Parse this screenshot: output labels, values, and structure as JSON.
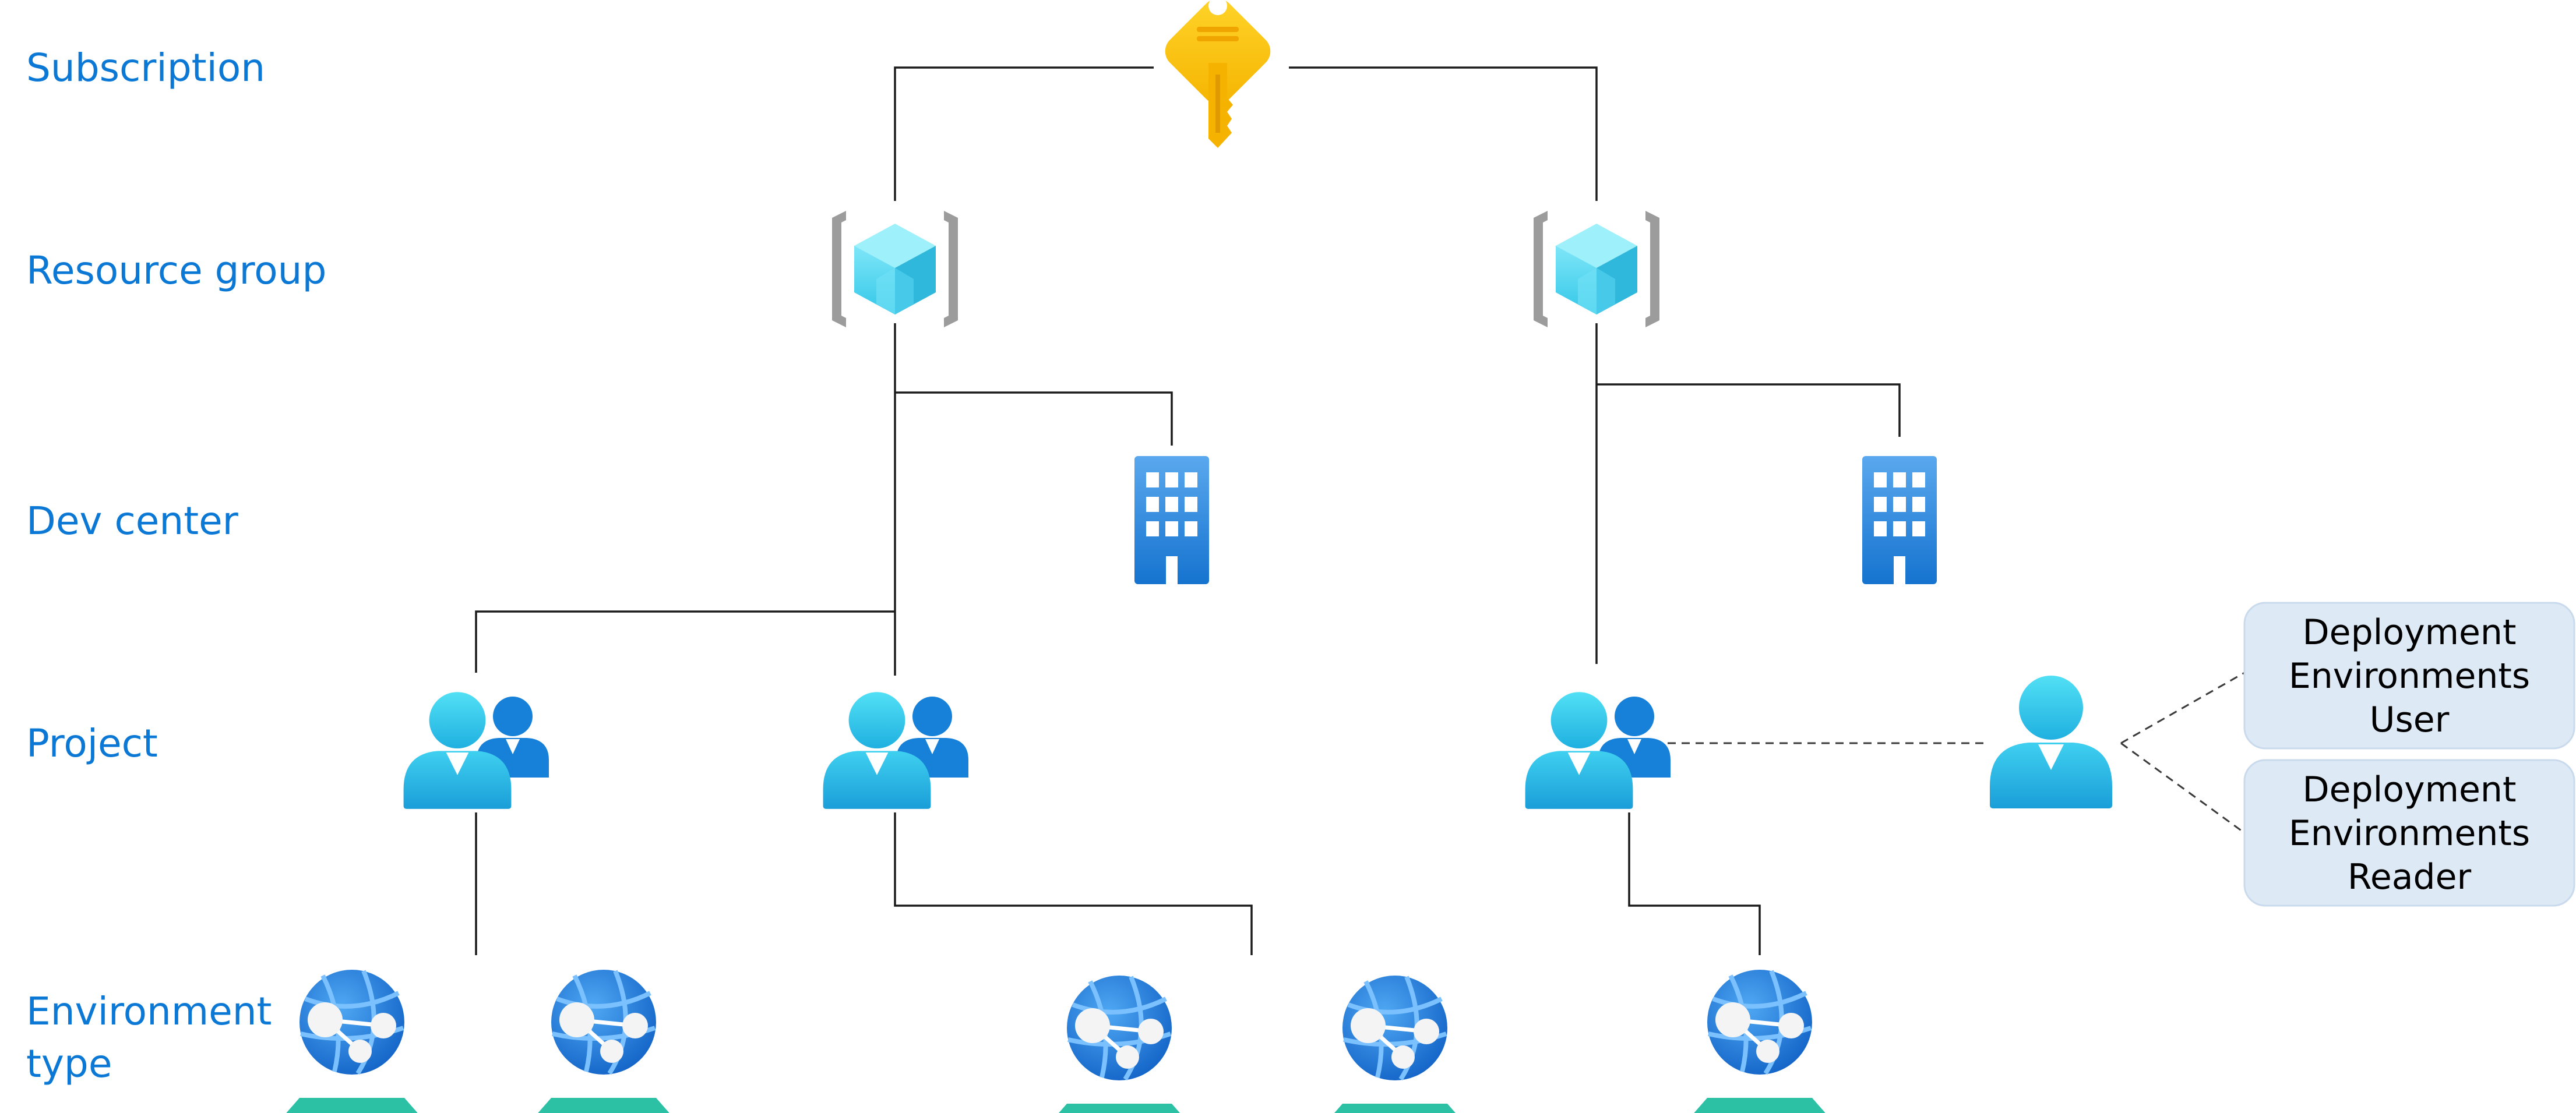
{
  "levels": {
    "subscription": "Subscription",
    "resource_group": "Resource group",
    "dev_center": "Dev center",
    "project": "Project",
    "environment_type": [
      "Environment",
      "type"
    ]
  },
  "roles": {
    "user": [
      "Deployment",
      "Environments",
      "User"
    ],
    "reader": [
      "Deployment",
      "Environments",
      "Reader"
    ]
  },
  "colors": {
    "label_blue": "#0a78d4",
    "role_box_fill": "#dde9f5",
    "connector": "#1a1a1a"
  },
  "icons": {
    "subscription": "key-icon",
    "resource_group": "resource-group-icon",
    "dev_center": "building-icon",
    "project": "project-users-icon",
    "user": "user-icon",
    "environment_type": "web-app-icon"
  }
}
